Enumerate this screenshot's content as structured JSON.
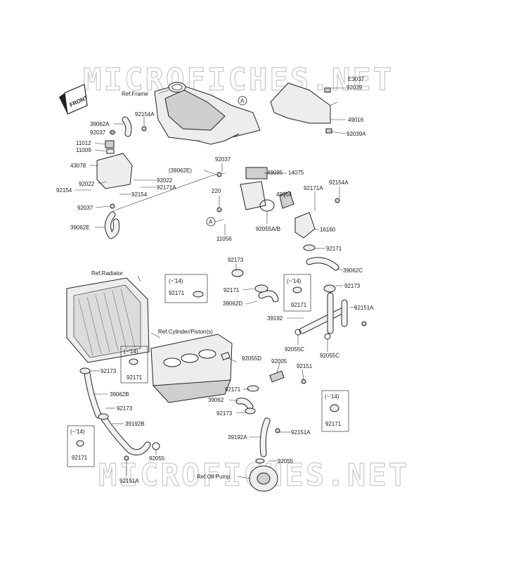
{
  "watermark": {
    "top": "MICROFICHES.NET",
    "bottom": "MICROFICHES.NET"
  },
  "front_badge": "FRONT",
  "references": {
    "frame": "Ref.Frame",
    "radiator": "Ref.Radiator",
    "cylinder": "Ref.Cylinder/Piston(s)",
    "oil_pump": "Ref.Oil Pump"
  },
  "callout_marker": "A",
  "year_boxes": [
    "(~'14)",
    "(~'14)",
    "(~'14)",
    "(~'14)",
    "(~'14)"
  ],
  "parts": [
    "E3037",
    "92039",
    "49016",
    "92039A",
    "92154A",
    "39062A",
    "92037",
    "11012",
    "11009",
    "43078",
    "92022",
    "92154",
    "92022",
    "92171A",
    "92154",
    "92037",
    "39062E",
    "(39062E)",
    "92037",
    "49085",
    "14075",
    "220",
    "49054",
    "92171A",
    "92154A",
    "92055A/B",
    "16160",
    "11056",
    "92171",
    "92173",
    "39062C",
    "92171",
    "92171",
    "92173",
    "39062D",
    "92171",
    "92151A",
    "39192",
    "92055C",
    "92055C",
    "92171",
    "92173",
    "39062B",
    "92173",
    "39192B",
    "92171",
    "92055",
    "92151A",
    "92055D",
    "92005",
    "92151",
    "92171",
    "39062",
    "92173",
    "92171",
    "92151A",
    "39192A",
    "92055"
  ]
}
